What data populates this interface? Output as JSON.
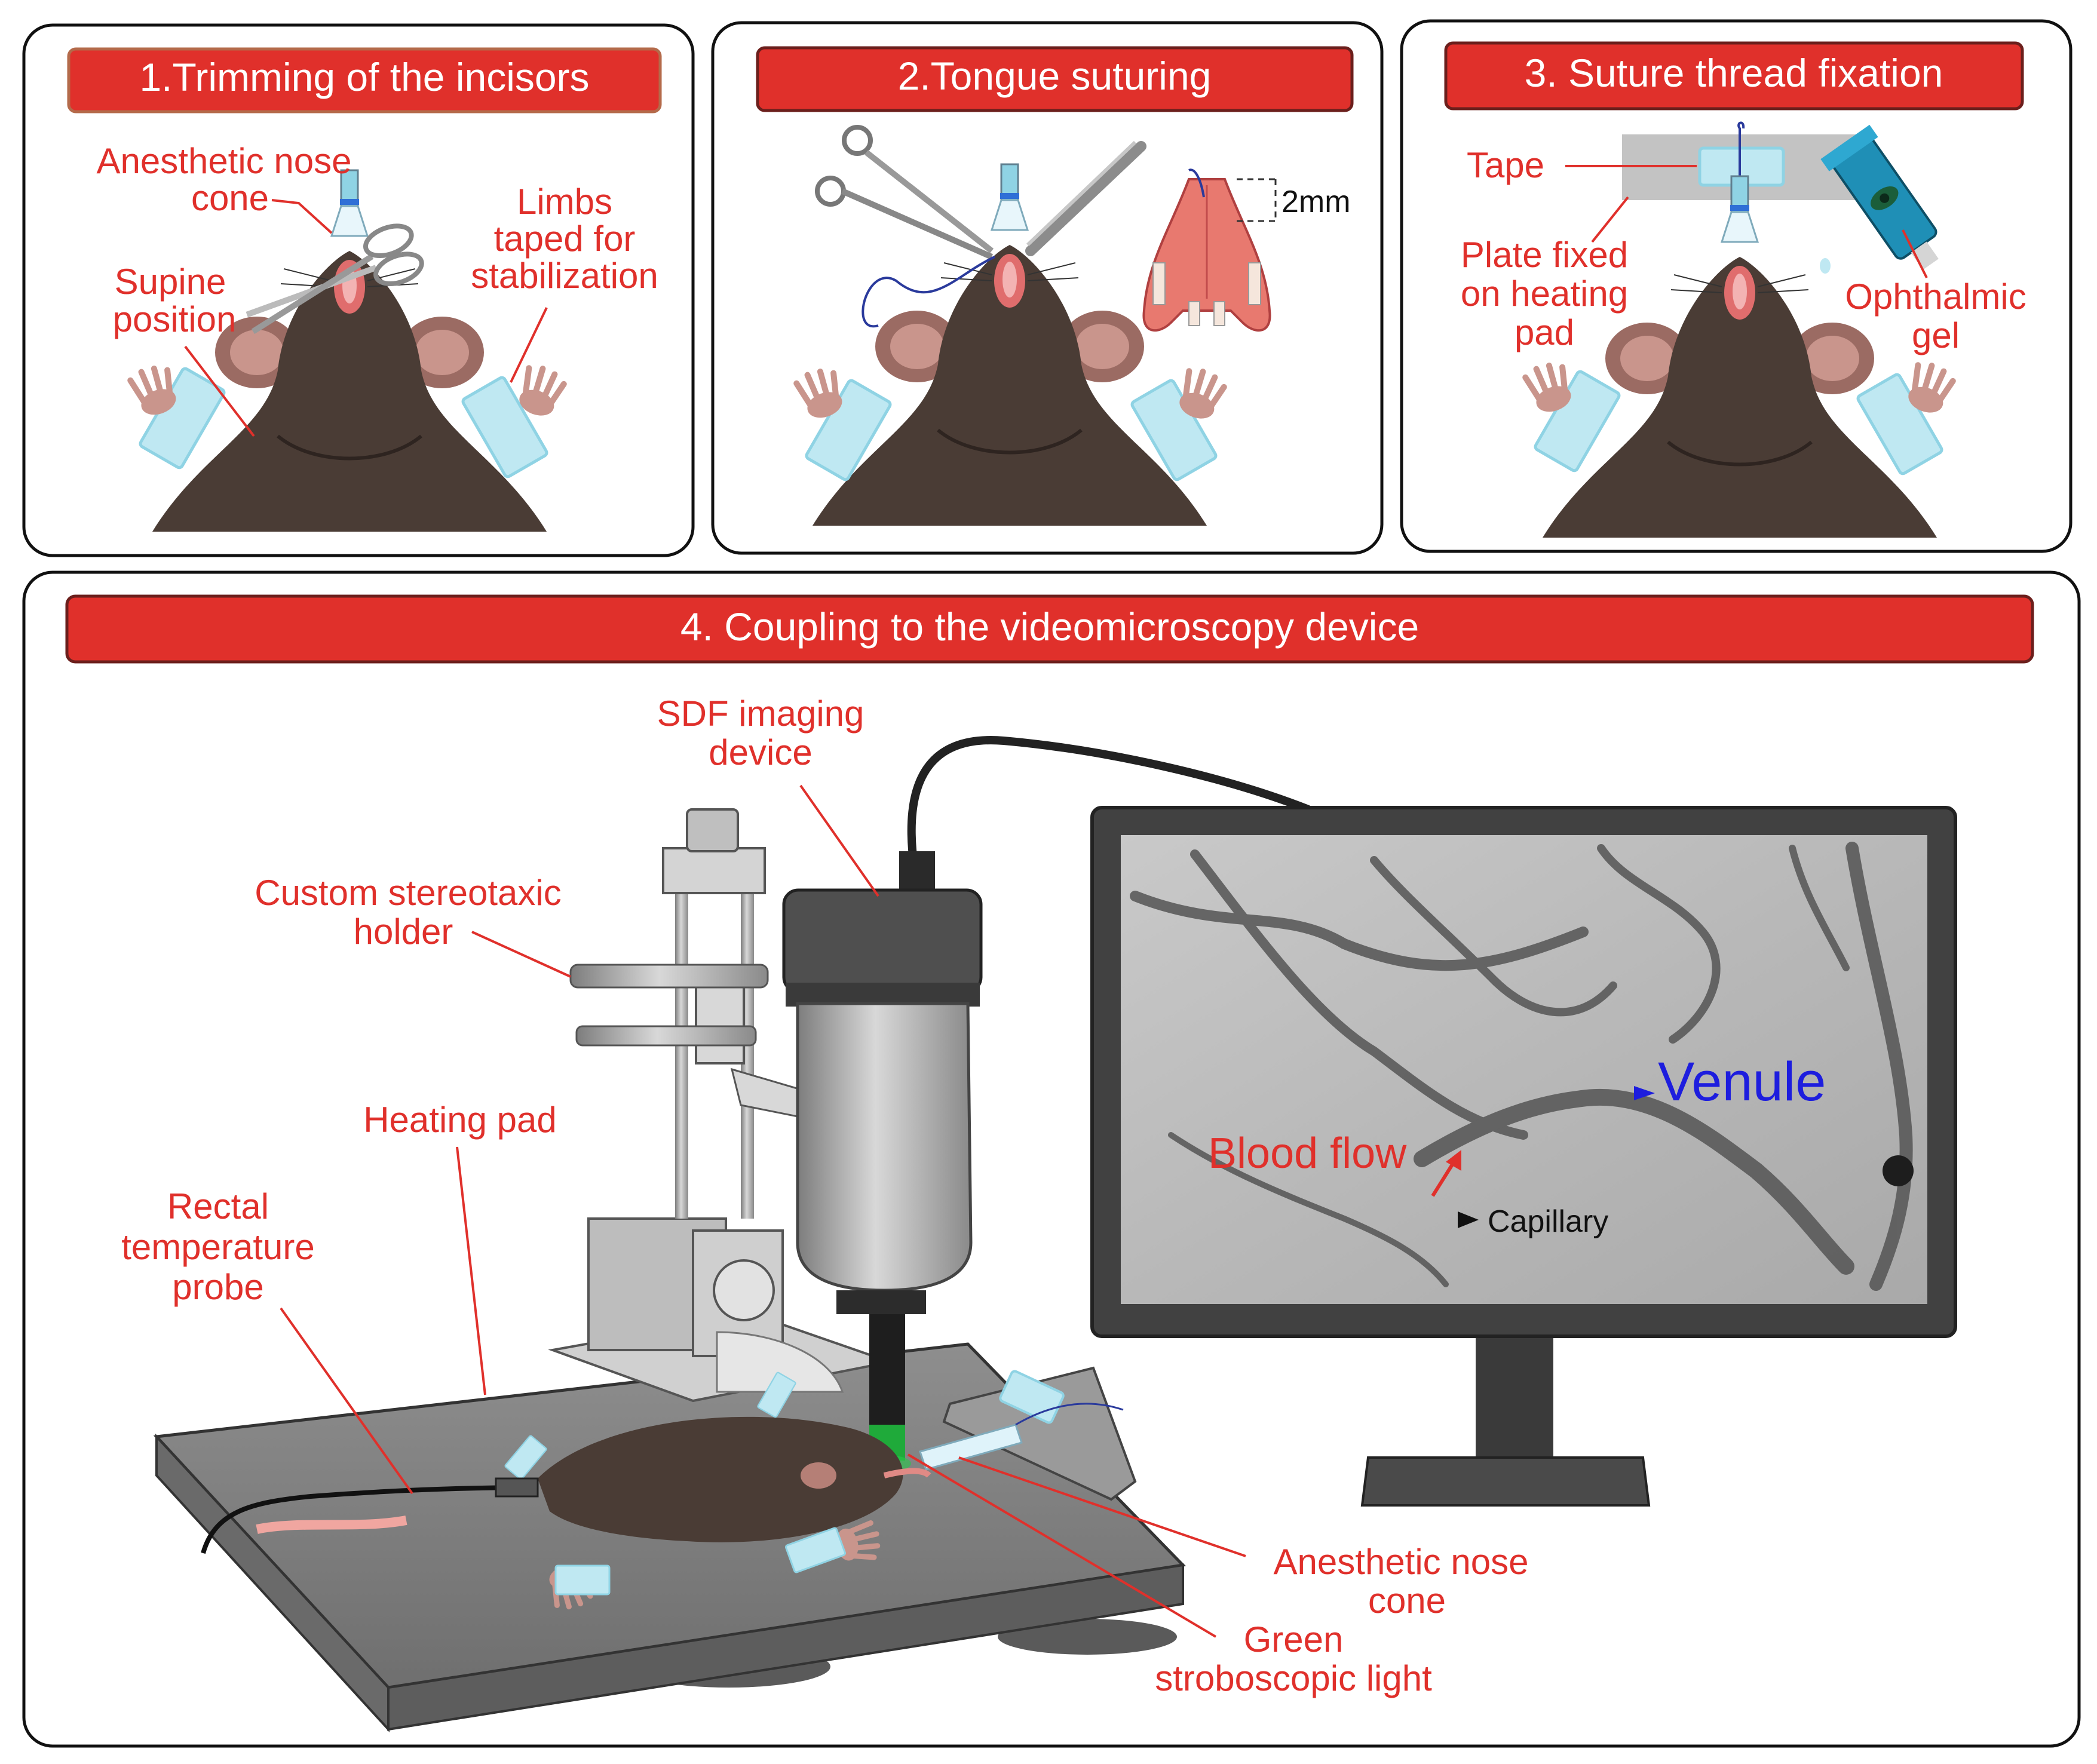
{
  "panels": {
    "p1": {
      "title": "1.Trimming of the incisors",
      "labels": {
        "nose_cone_1": "Anesthetic nose",
        "nose_cone_2": "cone",
        "limbs_1": "Limbs",
        "limbs_2": "taped for",
        "limbs_3": "stabilization",
        "supine_1": "Supine",
        "supine_2": "position"
      }
    },
    "p2": {
      "title": "2.Tongue suturing",
      "labels": {
        "distance": "2mm"
      }
    },
    "p3": {
      "title": "3. Suture thread fixation",
      "labels": {
        "tape": "Tape",
        "plate_1": "Plate fixed",
        "plate_2": "on heating",
        "plate_3": "pad",
        "gel_1": "Ophthalmic",
        "gel_2": "gel"
      }
    },
    "p4": {
      "title": "4. Coupling to the videomicroscopy device",
      "labels": {
        "sdf_1": "SDF imaging",
        "sdf_2": "device",
        "holder_1": "Custom stereotaxic",
        "holder_2": "holder",
        "heating_pad": "Heating pad",
        "probe_1": "Rectal",
        "probe_2": "temperature",
        "probe_3": "probe",
        "nose_1": "Anesthetic nose",
        "nose_2": "cone",
        "green_1": "Green",
        "green_2": "stroboscopic light"
      },
      "monitor": {
        "venule": "Venule",
        "blood_flow": "Blood flow",
        "capillary": "Capillary"
      }
    }
  },
  "colors": {
    "banner_red": "#e0302b",
    "label_red": "#e0302b",
    "tape_blue": "#bfe8f2",
    "mouse_brown": "#4a3c35",
    "venule_blue": "#1d1dde"
  }
}
